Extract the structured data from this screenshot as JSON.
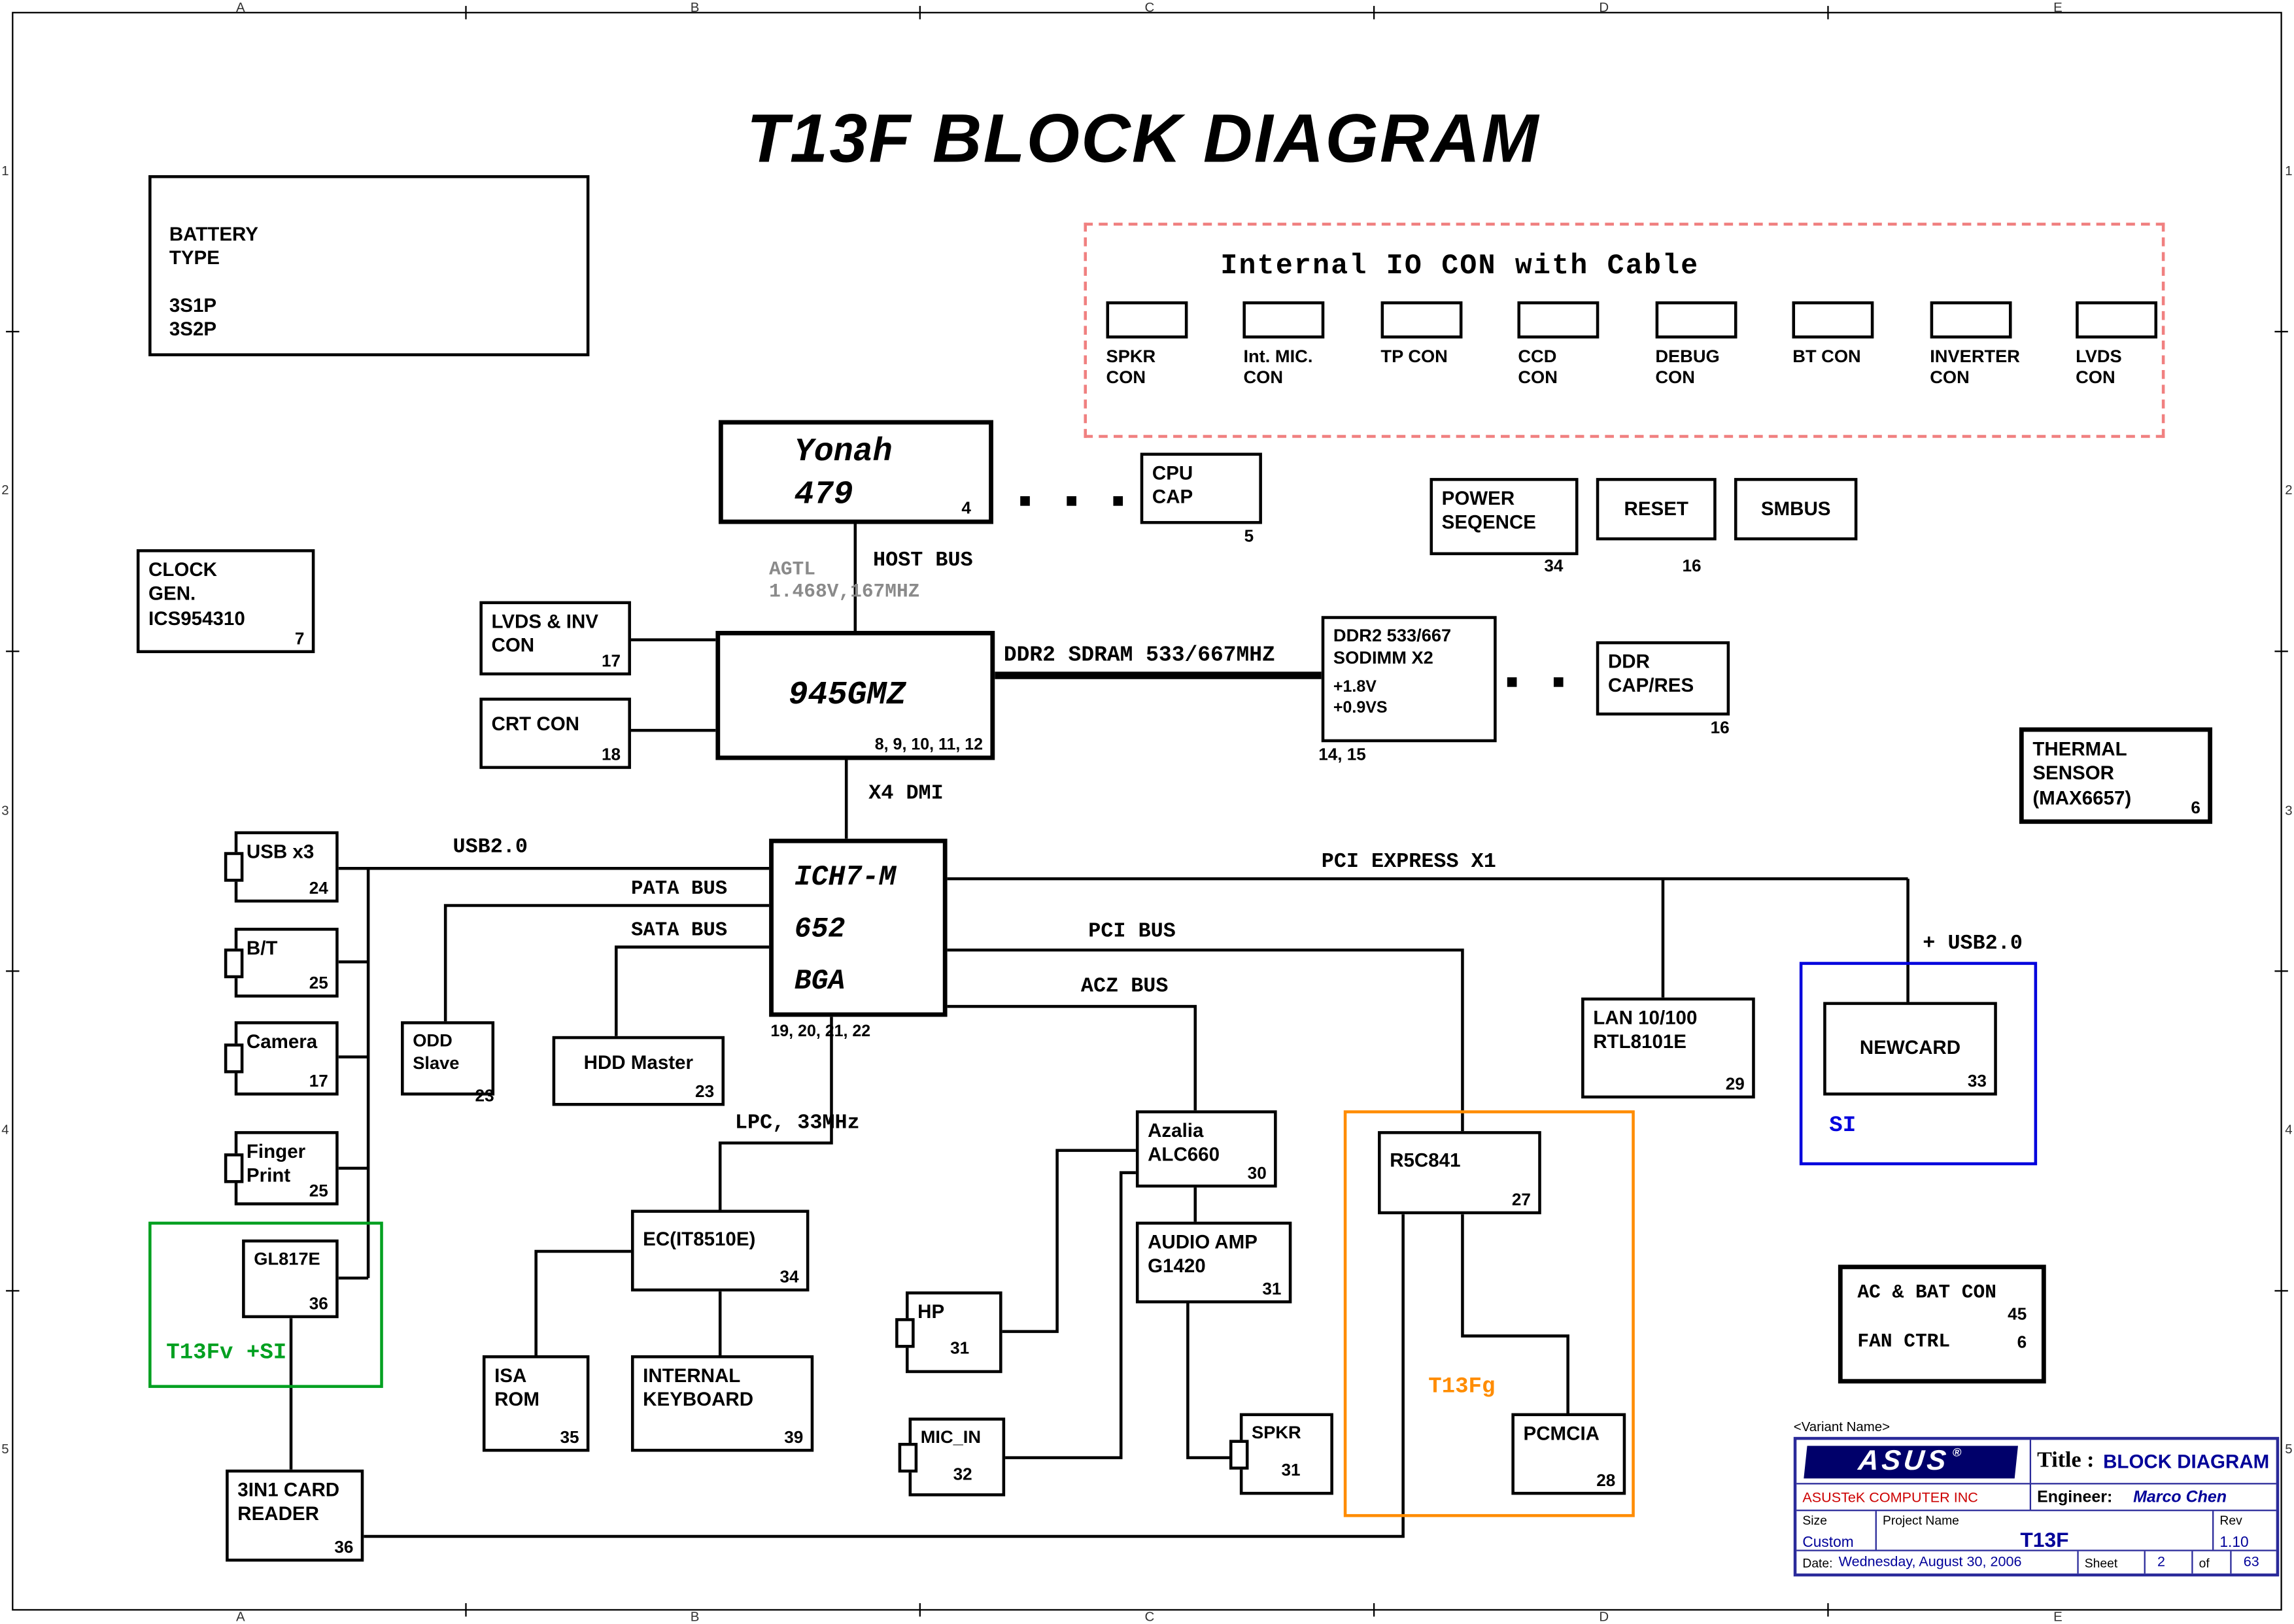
{
  "page": {
    "title": "T13F  BLOCK DIAGRAM"
  },
  "frame": {
    "cols": [
      "A",
      "B",
      "C",
      "D",
      "E"
    ],
    "rows": [
      "1",
      "2",
      "3",
      "4",
      "5"
    ]
  },
  "battery": {
    "heading": "BATTERY\n TYPE",
    "types": "3S1P\n3S2P"
  },
  "io_con": {
    "title": "Internal IO CON with Cable",
    "connectors": [
      {
        "label": "SPKR\nCON"
      },
      {
        "label": "Int. MIC.\nCON"
      },
      {
        "label": "TP CON"
      },
      {
        "label": "CCD\nCON"
      },
      {
        "label": "DEBUG\nCON"
      },
      {
        "label": "BT CON"
      },
      {
        "label": "INVERTER\nCON"
      },
      {
        "label": "LVDS\nCON"
      }
    ]
  },
  "blocks": {
    "yonah": {
      "label": "Yonah\n479",
      "num": "4"
    },
    "cpu_cap": {
      "label": "CPU\nCAP",
      "num": "5"
    },
    "power_seq": {
      "label": "POWER\nSEQENCE",
      "num": "34"
    },
    "reset": {
      "label": "RESET",
      "num": "16"
    },
    "smbus": {
      "label": "SMBUS"
    },
    "clock_gen": {
      "label": "CLOCK\nGEN.\nICS954310",
      "num": "7"
    },
    "lvds_inv": {
      "label": "LVDS & INV\nCON",
      "num": "17"
    },
    "crt_con": {
      "label": "CRT CON",
      "num": "18"
    },
    "gmz": {
      "label": "945GMZ",
      "num": "8, 9, 10, 11, 12"
    },
    "sodimm": {
      "label": "DDR2 533/667\nSODIMM X2",
      "volt": "+1.8V\n+0.9VS",
      "num": "14, 15"
    },
    "ddr_cap": {
      "label": "DDR\nCAP/RES",
      "num": "16"
    },
    "thermal": {
      "label": "THERMAL\nSENSOR\n(MAX6657)",
      "num": "6"
    },
    "ich7": {
      "label": "ICH7-M\n652\nBGA",
      "num": "19, 20, 21, 22"
    },
    "usb3": {
      "label": "USB x3",
      "num": "24"
    },
    "bt": {
      "label": "B/T",
      "num": "25"
    },
    "camera": {
      "label": "Camera",
      "num": "17"
    },
    "finger": {
      "label": "Finger\nPrint",
      "num": "25"
    },
    "gl817e": {
      "label": "GL817E",
      "num": "36"
    },
    "card_reader": {
      "label": "3IN1 CARD\nREADER",
      "num": "36"
    },
    "odd": {
      "label": "ODD\nSlave",
      "num": "23"
    },
    "hdd": {
      "label": "HDD Master",
      "num": "23"
    },
    "ec": {
      "label": "EC(IT8510E)",
      "num": "34"
    },
    "isa_rom": {
      "label": "ISA\nROM",
      "num": "35"
    },
    "int_kb": {
      "label": "INTERNAL\nKEYBOARD",
      "num": "39"
    },
    "azalia": {
      "label": "Azalia\nALC660",
      "num": "30"
    },
    "audio_amp": {
      "label": "AUDIO AMP\nG1420",
      "num": "31"
    },
    "hp": {
      "label": "HP",
      "num": "31"
    },
    "mic_in": {
      "label": "MIC_IN",
      "num": "32"
    },
    "spkr": {
      "label": "SPKR",
      "num": "31"
    },
    "lan": {
      "label": "LAN 10/100\nRTL8101E",
      "num": "29"
    },
    "newcard": {
      "label": "NEWCARD",
      "num": "33"
    },
    "r5c841": {
      "label": "R5C841",
      "num": "27"
    },
    "pcmcia": {
      "label": "PCMCIA",
      "num": "28"
    },
    "ac_bat": {
      "line1": "AC & BAT CON",
      "num1": "45",
      "line2": "FAN CTRL",
      "num2": "6"
    }
  },
  "labels": {
    "host_bus": "HOST BUS",
    "agtl": "AGTL\n1.468V,167MHZ",
    "ddr2_bus": "DDR2 SDRAM 533/667MHZ",
    "x4_dmi": "X4 DMI",
    "usb20": "USB2.0",
    "pata": "PATA BUS",
    "sata": "SATA BUS",
    "pcie": "PCI EXPRESS X1",
    "pci": "PCI BUS",
    "acz": "ACZ BUS",
    "lpc": "LPC, 33MHz",
    "plus_usb": "+ USB2.0",
    "si": "SI",
    "t13fv": "T13Fv +SI",
    "t13fg": "T13Fg",
    "dots": "▪ ▪ ▪ ▪"
  },
  "colors": {
    "green_frame": "#00a020",
    "blue_frame": "#0000dd",
    "orange_frame": "#ff8c00",
    "dashed_frame": "#f08080",
    "navy_value": "#000099",
    "company_red": "#cc0000"
  },
  "title_block": {
    "variant": "<Variant Name>",
    "logo_text": "ASUS",
    "logo_reg": "®",
    "title_label": "Title :",
    "title_value": "BLOCK DIAGRAM",
    "company": "ASUSTeK COMPUTER INC",
    "engineer_label": "Engineer:",
    "engineer": "Marco Chen",
    "size_label": "Size",
    "size": "Custom",
    "project_label": "Project Name",
    "project": "T13F",
    "rev_label": "Rev",
    "rev": "1.10",
    "date_label": "Date:",
    "date": "Wednesday, August 30, 2006",
    "sheet_label": "Sheet",
    "sheet_num": "2",
    "of_label": "of",
    "sheet_total": "63"
  }
}
